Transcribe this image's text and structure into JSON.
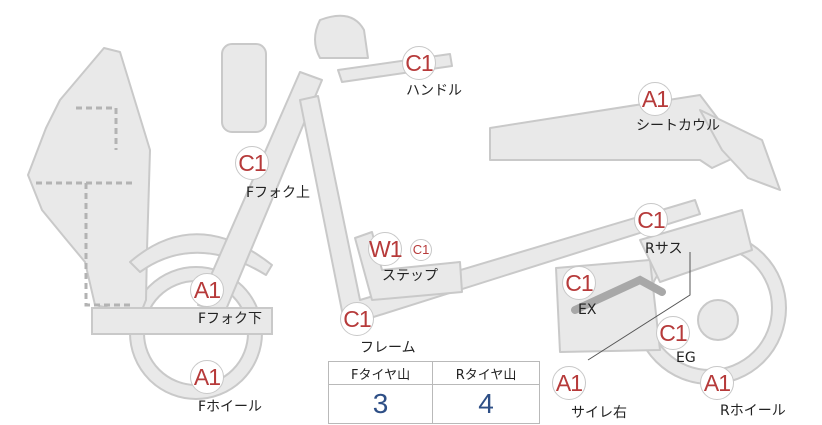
{
  "parts": {
    "handle": {
      "grade": "C1",
      "label": "ハンドル"
    },
    "seat_cowl": {
      "grade": "A1",
      "label": "シートカウル"
    },
    "fork_upper": {
      "grade": "C1",
      "label": "Fフォク上"
    },
    "rear_sus": {
      "grade": "C1",
      "label": "Rサス"
    },
    "step": {
      "grade": "W1",
      "grade2": "C1",
      "label": "ステップ"
    },
    "exhaust": {
      "grade": "C1",
      "label": "EX"
    },
    "fork_lower": {
      "grade": "A1",
      "label": "Fフォク下"
    },
    "frame": {
      "grade": "C1",
      "label": "フレーム"
    },
    "engine": {
      "grade": "C1",
      "label": "EG"
    },
    "front_wheel": {
      "grade": "A1",
      "label": "Fホイール"
    },
    "muffler_r": {
      "grade": "A1",
      "label": "サイレ右"
    },
    "rear_wheel": {
      "grade": "A1",
      "label": "Rホイール"
    }
  },
  "tread": {
    "front_label": "Fタイヤ山",
    "rear_label": "Rタイヤ山",
    "front_value": "3",
    "rear_value": "4"
  },
  "colors": {
    "part_fill": "#e9e9e9",
    "part_stroke": "#c9c9c9",
    "grade_text": "#b63a3a",
    "tread_value": "#2e4f86"
  }
}
